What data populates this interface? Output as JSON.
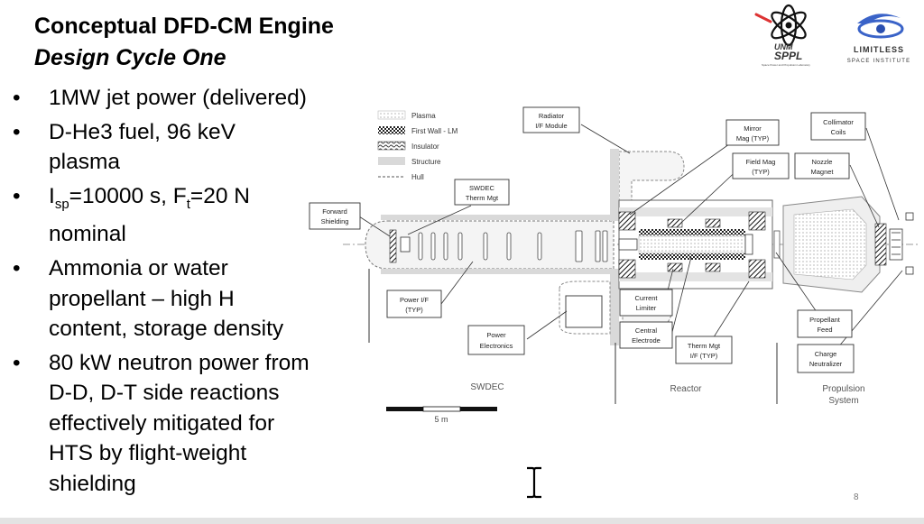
{
  "slide": {
    "title": "Conceptual DFD-CM Engine",
    "subtitle": "Design Cycle One",
    "page_number": "8"
  },
  "bullets": [
    {
      "lines": [
        "1MW jet power (delivered)"
      ]
    },
    {
      "lines": [
        "D-He3 fuel, 96 keV",
        "plasma"
      ]
    },
    {
      "isp_prefix": "I",
      "isp_sub": "sp",
      "isp_mid": "=10000 s, F",
      "ft_sub": "t",
      "ft_rest": "=20 N",
      "line2": "nominal"
    },
    {
      "lines": [
        "Ammonia or water",
        "propellant – high H",
        "content, storage density"
      ]
    },
    {
      "lines": [
        "80 kW neutron power from",
        "D-D, D-T side reactions",
        "effectively mitigated for",
        "HTS by flight-weight",
        "shielding"
      ]
    }
  ],
  "logos": {
    "sppl": {
      "main": "UNM",
      "sub": "SPPL",
      "tag": "Space Power and Propulsion Laboratory"
    },
    "limitless": {
      "line1": "LIMITLESS",
      "line2": "SPACE INSTITUTE"
    }
  },
  "diagram": {
    "legend": [
      "Plasma",
      "First Wall - LM",
      "Insulator",
      "Structure",
      "Hull"
    ],
    "labels": {
      "radiator": [
        "Radiator",
        "I/F Module"
      ],
      "mirror_mag": [
        "Mirror",
        "Mag (TYP)"
      ],
      "collimator": [
        "Collimator",
        "Coils"
      ],
      "swdec_therm": [
        "SWDEC",
        "Therm Mgt"
      ],
      "field_mag": [
        "Field Mag",
        "(TYP)"
      ],
      "nozzle_magnet": [
        "Nozzle",
        "Magnet"
      ],
      "forward_shielding": [
        "Forward",
        "Shielding"
      ],
      "power_if": [
        "Power I/F",
        "(TYP)"
      ],
      "current_limiter": [
        "Current",
        "Limiter"
      ],
      "central_electrode": [
        "Central",
        "Electrode"
      ],
      "propellant_feed": [
        "Propellant",
        "Feed"
      ],
      "power_electronics": [
        "Power",
        "Electronics"
      ],
      "therm_mgt_if": [
        "Therm Mgt",
        "I/F (TYP)"
      ],
      "charge_neutralizer": [
        "Charge",
        "Neutralizer"
      ]
    },
    "sections": {
      "swdec": "SWDEC",
      "reactor": "Reactor",
      "propulsion": [
        "Propulsion",
        "System"
      ]
    },
    "scale": "5 m"
  }
}
